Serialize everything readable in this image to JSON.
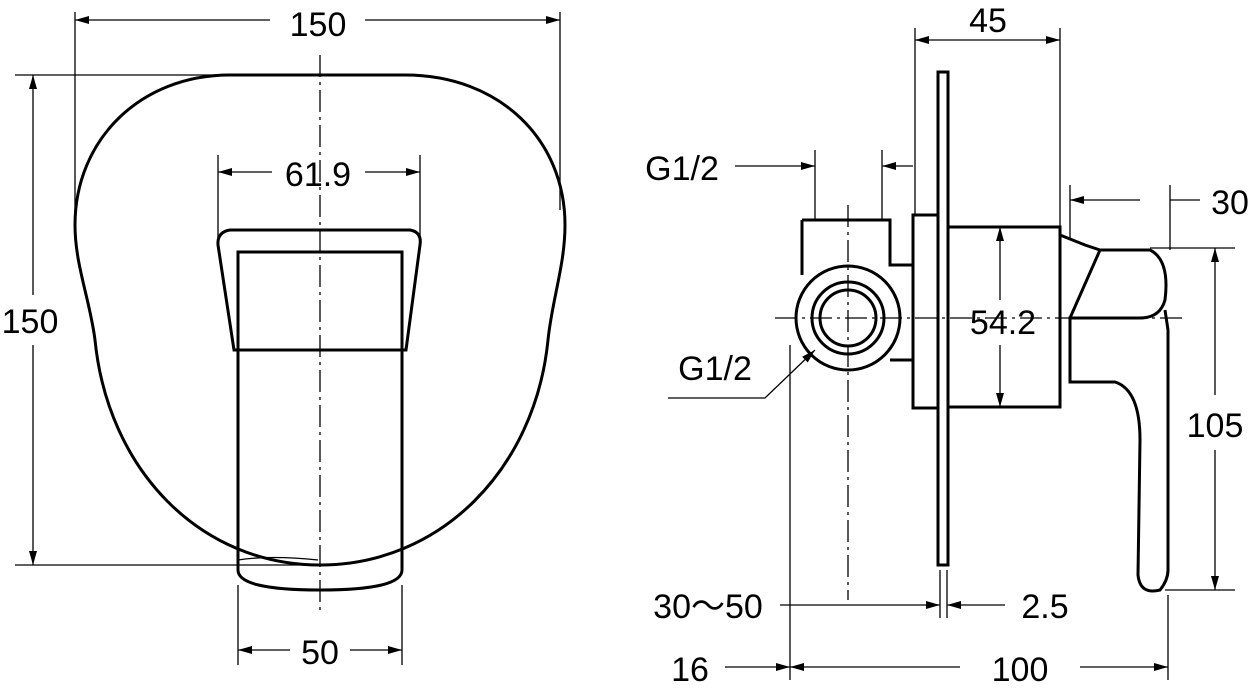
{
  "front_view": {
    "overall_width": "150",
    "overall_height": "150",
    "lever_width_top": "61.9",
    "lever_width_bottom": "50"
  },
  "side_view": {
    "depth": "45",
    "inlet_top": "G1/2",
    "lever_offset": "30",
    "body_height": "54.2",
    "lever_height": "105",
    "inlet_side": "G1/2",
    "wall_range": "30～50",
    "plate_thickness": "2.5",
    "inlet_offset": "16",
    "total_depth": "100"
  }
}
